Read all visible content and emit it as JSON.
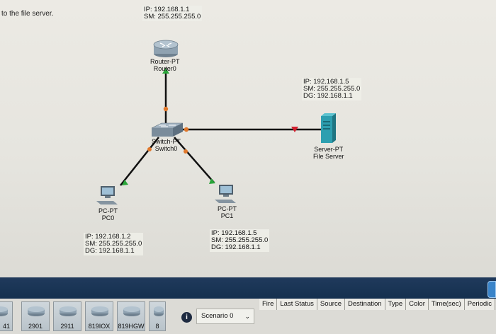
{
  "note": "to the file server.",
  "router": {
    "model": "Router-PT",
    "name": "Router0",
    "ip_lines": [
      "IP: 192.168.1.1",
      "SM: 255.255.255.0"
    ]
  },
  "switch": {
    "model": "Switch-PT",
    "name": "Switch0"
  },
  "server": {
    "model": "Server-PT",
    "name": "File Server",
    "ip_lines": [
      "IP: 192.168.1.5",
      "SM: 255.255.255.0",
      "DG: 192.168.1.1"
    ]
  },
  "pc0": {
    "model": "PC-PT",
    "name": "PC0",
    "ip_lines": [
      "IP: 192.168.1.2",
      "SM: 255.255.255.0",
      "DG: 192.168.1.1"
    ]
  },
  "pc1": {
    "model": "PC-PT",
    "name": "PC1",
    "ip_lines": [
      "IP: 192.168.1.5",
      "SM: 255.255.255.0",
      "DG: 192.168.1.1"
    ]
  },
  "device_tiles": [
    "41",
    "2901",
    "2911",
    "819IOX",
    "819HGW",
    "8"
  ],
  "info_icon": "i",
  "scenario": {
    "label": "Scenario 0"
  },
  "pdu_columns": [
    "Fire",
    "Last Status",
    "Source",
    "Destination",
    "Type",
    "Color",
    "Time(sec)",
    "Periodic"
  ],
  "colors": {
    "link": "#111111",
    "link_up": "#2aa53a",
    "link_pending": "#e0772a",
    "link_down": "#d2202e",
    "bottom_bar": "#1b3556",
    "server": "#2d9fb0"
  }
}
